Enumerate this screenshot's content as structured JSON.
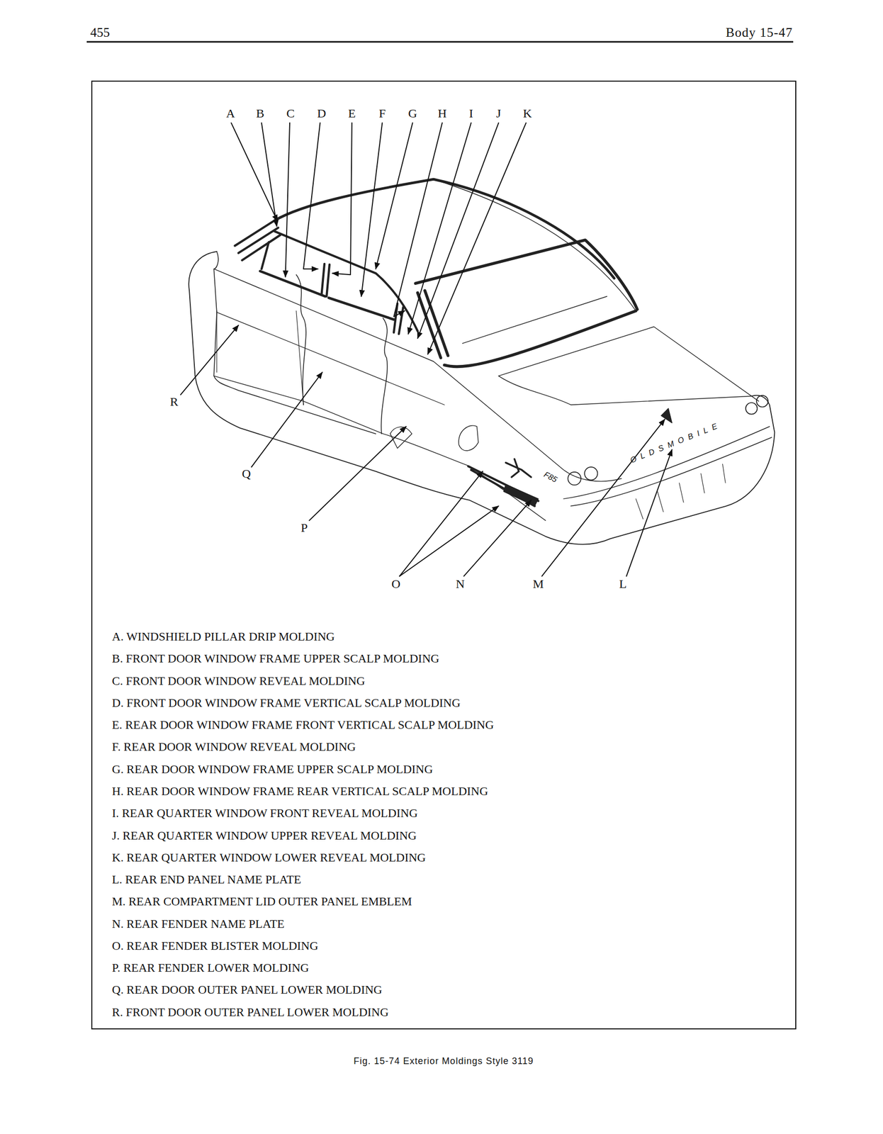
{
  "diagram": {
    "caption": "Fig. 15-74 Exterior Moldings Style 3119",
    "labels": [
      "455",
      "Body 15-47",
      "A",
      "B",
      "C",
      "D",
      "E",
      "F",
      "G",
      "H",
      "I",
      "J",
      "K",
      "R",
      "Q",
      "P",
      "O",
      "N",
      "M",
      "L",
      "F85",
      "OLDSMOBILE",
      "A. WINDSHIELD PILLAR DRIP MOLDING",
      "B. FRONT DOOR WINDOW FRAME UPPER SCALP MOLDING",
      "C. FRONT DOOR WINDOW REVEAL MOLDING",
      "D. FRONT DOOR WINDOW FRAME VERTICAL SCALP MOLDING",
      "E. REAR DOOR WINDOW FRAME FRONT VERTICAL SCALP MOLDING",
      "F. REAR DOOR WINDOW REVEAL MOLDING",
      "G. REAR DOOR WINDOW FRAME UPPER SCALP MOLDING",
      "H. REAR DOOR WINDOW FRAME REAR VERTICAL SCALP MOLDING",
      "I. REAR QUARTER WINDOW FRONT REVEAL MOLDING",
      "J. REAR QUARTER WINDOW UPPER REVEAL MOLDING",
      "K. REAR QUARTER WINDOW LOWER REVEAL MOLDING",
      "L. REAR END PANEL NAME PLATE",
      "M. REAR COMPARTMENT LID OUTER PANEL EMBLEM",
      "N. REAR FENDER NAME PLATE",
      "O. REAR FENDER BLISTER MOLDING",
      "P. REAR FENDER LOWER MOLDING",
      "Q. REAR DOOR OUTER PANEL LOWER MOLDING",
      "R. FRONT DOOR OUTER PANEL LOWER MOLDING"
    ]
  }
}
